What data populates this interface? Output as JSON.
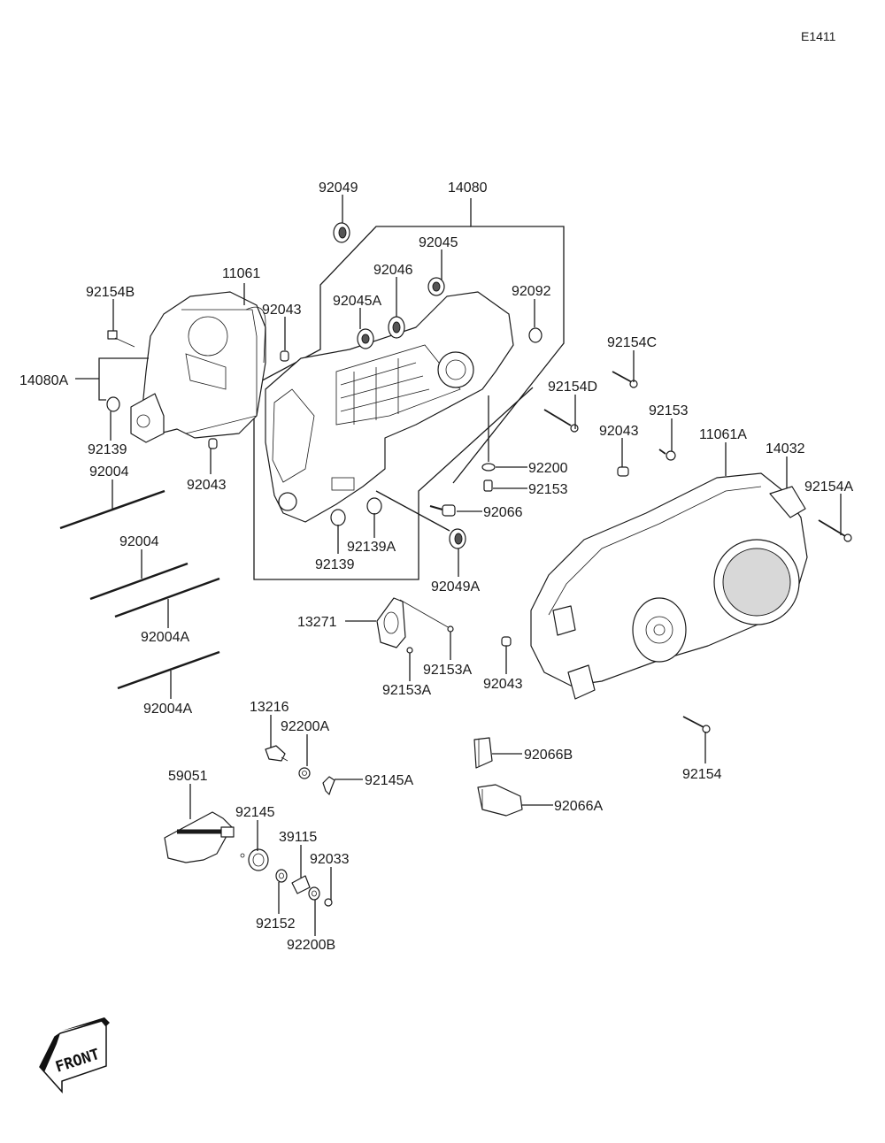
{
  "diagram": {
    "code": "E1411",
    "front_label": "FRONT",
    "parts": [
      {
        "id": "p-92049",
        "label": "92049"
      },
      {
        "id": "p-14080",
        "label": "14080"
      },
      {
        "id": "p-92045",
        "label": "92045"
      },
      {
        "id": "p-92046",
        "label": "92046"
      },
      {
        "id": "p-92045A",
        "label": "92045A"
      },
      {
        "id": "p-92092",
        "label": "92092"
      },
      {
        "id": "p-11061",
        "label": "11061"
      },
      {
        "id": "p-92043-a",
        "label": "92043"
      },
      {
        "id": "p-92154B",
        "label": "92154B"
      },
      {
        "id": "p-14080A",
        "label": "14080A"
      },
      {
        "id": "p-92139-a",
        "label": "92139"
      },
      {
        "id": "p-92043-b",
        "label": "92043"
      },
      {
        "id": "p-92004-a",
        "label": "92004"
      },
      {
        "id": "p-92004-b",
        "label": "92004"
      },
      {
        "id": "p-92004A-a",
        "label": "92004A"
      },
      {
        "id": "p-92004A-b",
        "label": "92004A"
      },
      {
        "id": "p-92154C",
        "label": "92154C"
      },
      {
        "id": "p-92154D",
        "label": "92154D"
      },
      {
        "id": "p-92153-a",
        "label": "92153"
      },
      {
        "id": "p-92043-c",
        "label": "92043"
      },
      {
        "id": "p-11061A",
        "label": "11061A"
      },
      {
        "id": "p-14032",
        "label": "14032"
      },
      {
        "id": "p-92154A",
        "label": "92154A"
      },
      {
        "id": "p-92200",
        "label": "92200"
      },
      {
        "id": "p-92153-b",
        "label": "92153"
      },
      {
        "id": "p-92066",
        "label": "92066"
      },
      {
        "id": "p-92139A",
        "label": "92139A"
      },
      {
        "id": "p-92139-b",
        "label": "92139"
      },
      {
        "id": "p-92049A",
        "label": "92049A"
      },
      {
        "id": "p-13271",
        "label": "13271"
      },
      {
        "id": "p-92153A-a",
        "label": "92153A"
      },
      {
        "id": "p-92153A-b",
        "label": "92153A"
      },
      {
        "id": "p-92043-d",
        "label": "92043"
      },
      {
        "id": "p-13216",
        "label": "13216"
      },
      {
        "id": "p-92200A",
        "label": "92200A"
      },
      {
        "id": "p-92145A",
        "label": "92145A"
      },
      {
        "id": "p-59051",
        "label": "59051"
      },
      {
        "id": "p-92145",
        "label": "92145"
      },
      {
        "id": "p-39115",
        "label": "39115"
      },
      {
        "id": "p-92033",
        "label": "92033"
      },
      {
        "id": "p-92152",
        "label": "92152"
      },
      {
        "id": "p-92200B",
        "label": "92200B"
      },
      {
        "id": "p-92066B",
        "label": "92066B"
      },
      {
        "id": "p-92066A",
        "label": "92066A"
      },
      {
        "id": "p-92154",
        "label": "92154"
      }
    ]
  }
}
